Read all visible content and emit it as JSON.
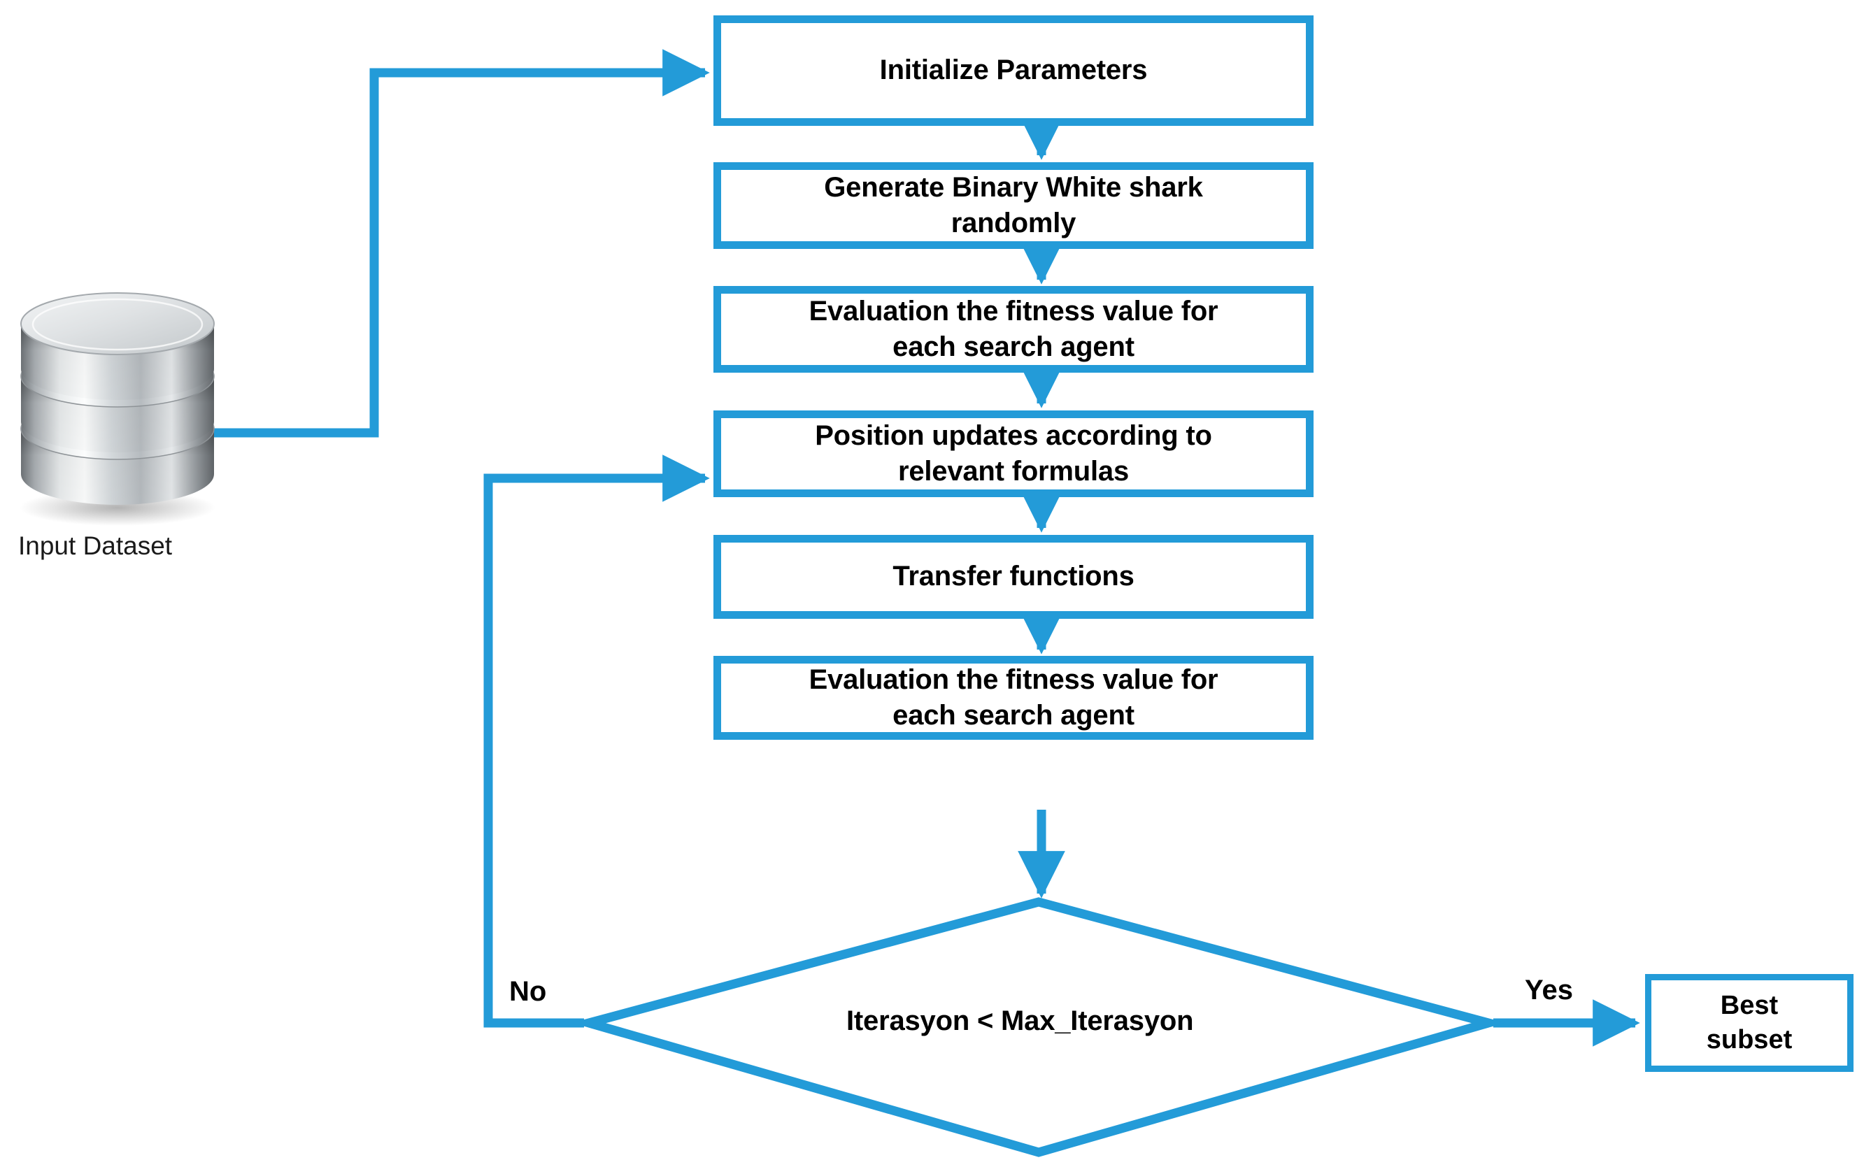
{
  "diagram": {
    "title": "Binary White Shark Optimizer feature selection flowchart",
    "accent_color": "#239BD8",
    "text_color": "#000000",
    "background_color": "#FFFFFF"
  },
  "input_node": {
    "icon": "database-cylinder-icon",
    "caption": "Input Dataset"
  },
  "process_boxes": [
    {
      "id": "initialize-parameters",
      "label": "Initialize Parameters"
    },
    {
      "id": "generate-binary-shark",
      "label": "Generate Binary White shark\nrandomly"
    },
    {
      "id": "evaluate-fitness-first",
      "label": "Evaluation the fitness value for\neach search agent"
    },
    {
      "id": "position-updates",
      "label": "Position updates according to\nrelevant formulas"
    },
    {
      "id": "transfer-functions",
      "label": "Transfer functions"
    },
    {
      "id": "evaluate-fitness-second",
      "label": "Evaluation the fitness value for\neach search agent"
    }
  ],
  "decision": {
    "id": "iteration-check",
    "label": "Iterasyon < Max_Iterasyon",
    "branch_no": "No",
    "branch_yes": "Yes"
  },
  "output_node": {
    "id": "best-subset",
    "label": "Best\nsubset"
  }
}
